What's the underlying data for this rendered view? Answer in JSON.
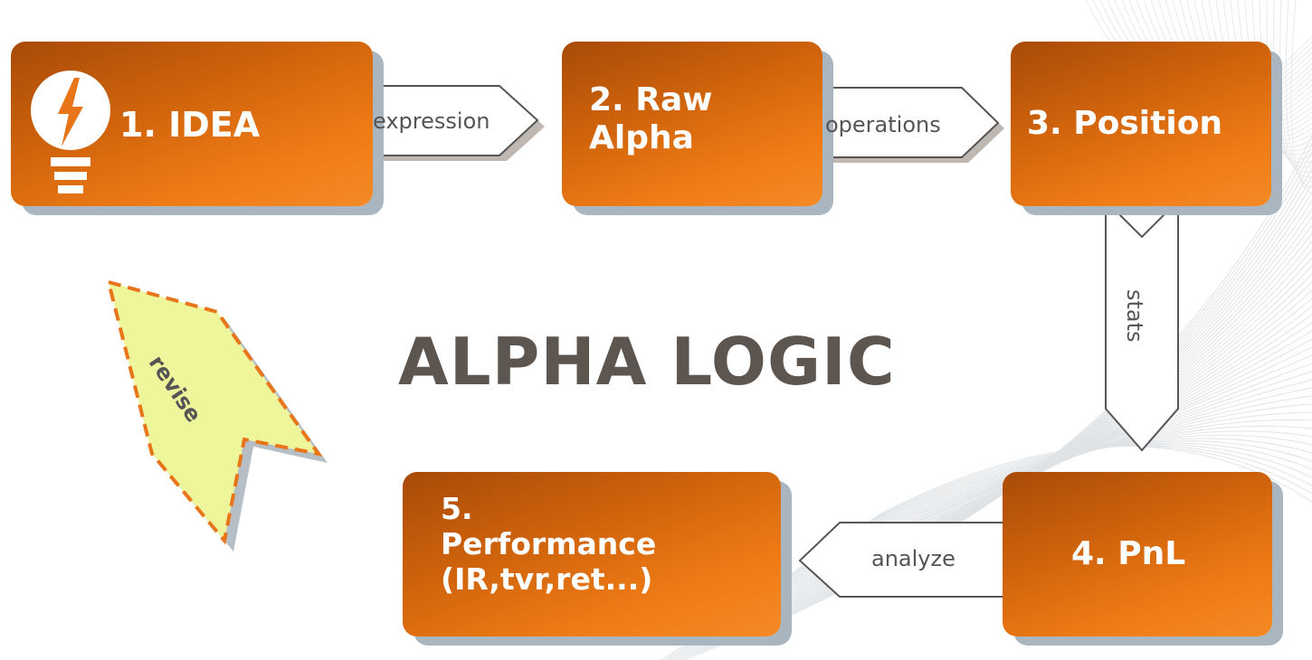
{
  "title": "ALPHA LOGIC",
  "steps": [
    {
      "id": "idea",
      "label": "1. IDEA",
      "icon": "lightbulb-icon"
    },
    {
      "id": "raw",
      "label": "2. Raw\nAlpha"
    },
    {
      "id": "position",
      "label": "3. Position"
    },
    {
      "id": "pnl",
      "label": "4. PnL"
    },
    {
      "id": "performance",
      "label": "5.\nPerformance\n(IR,tvr,ret...)"
    }
  ],
  "arrows": {
    "expression": "expression",
    "operations": "operations",
    "stats": "stats",
    "analyze": "analyze",
    "revise": "revise"
  },
  "colors": {
    "box_orange": "#f07c16",
    "box_dark": "#a84a07",
    "shadow": "#a9b6bf",
    "title": "#5d554f",
    "revise_fill": "#eef59a",
    "revise_border": "#e8751a"
  }
}
